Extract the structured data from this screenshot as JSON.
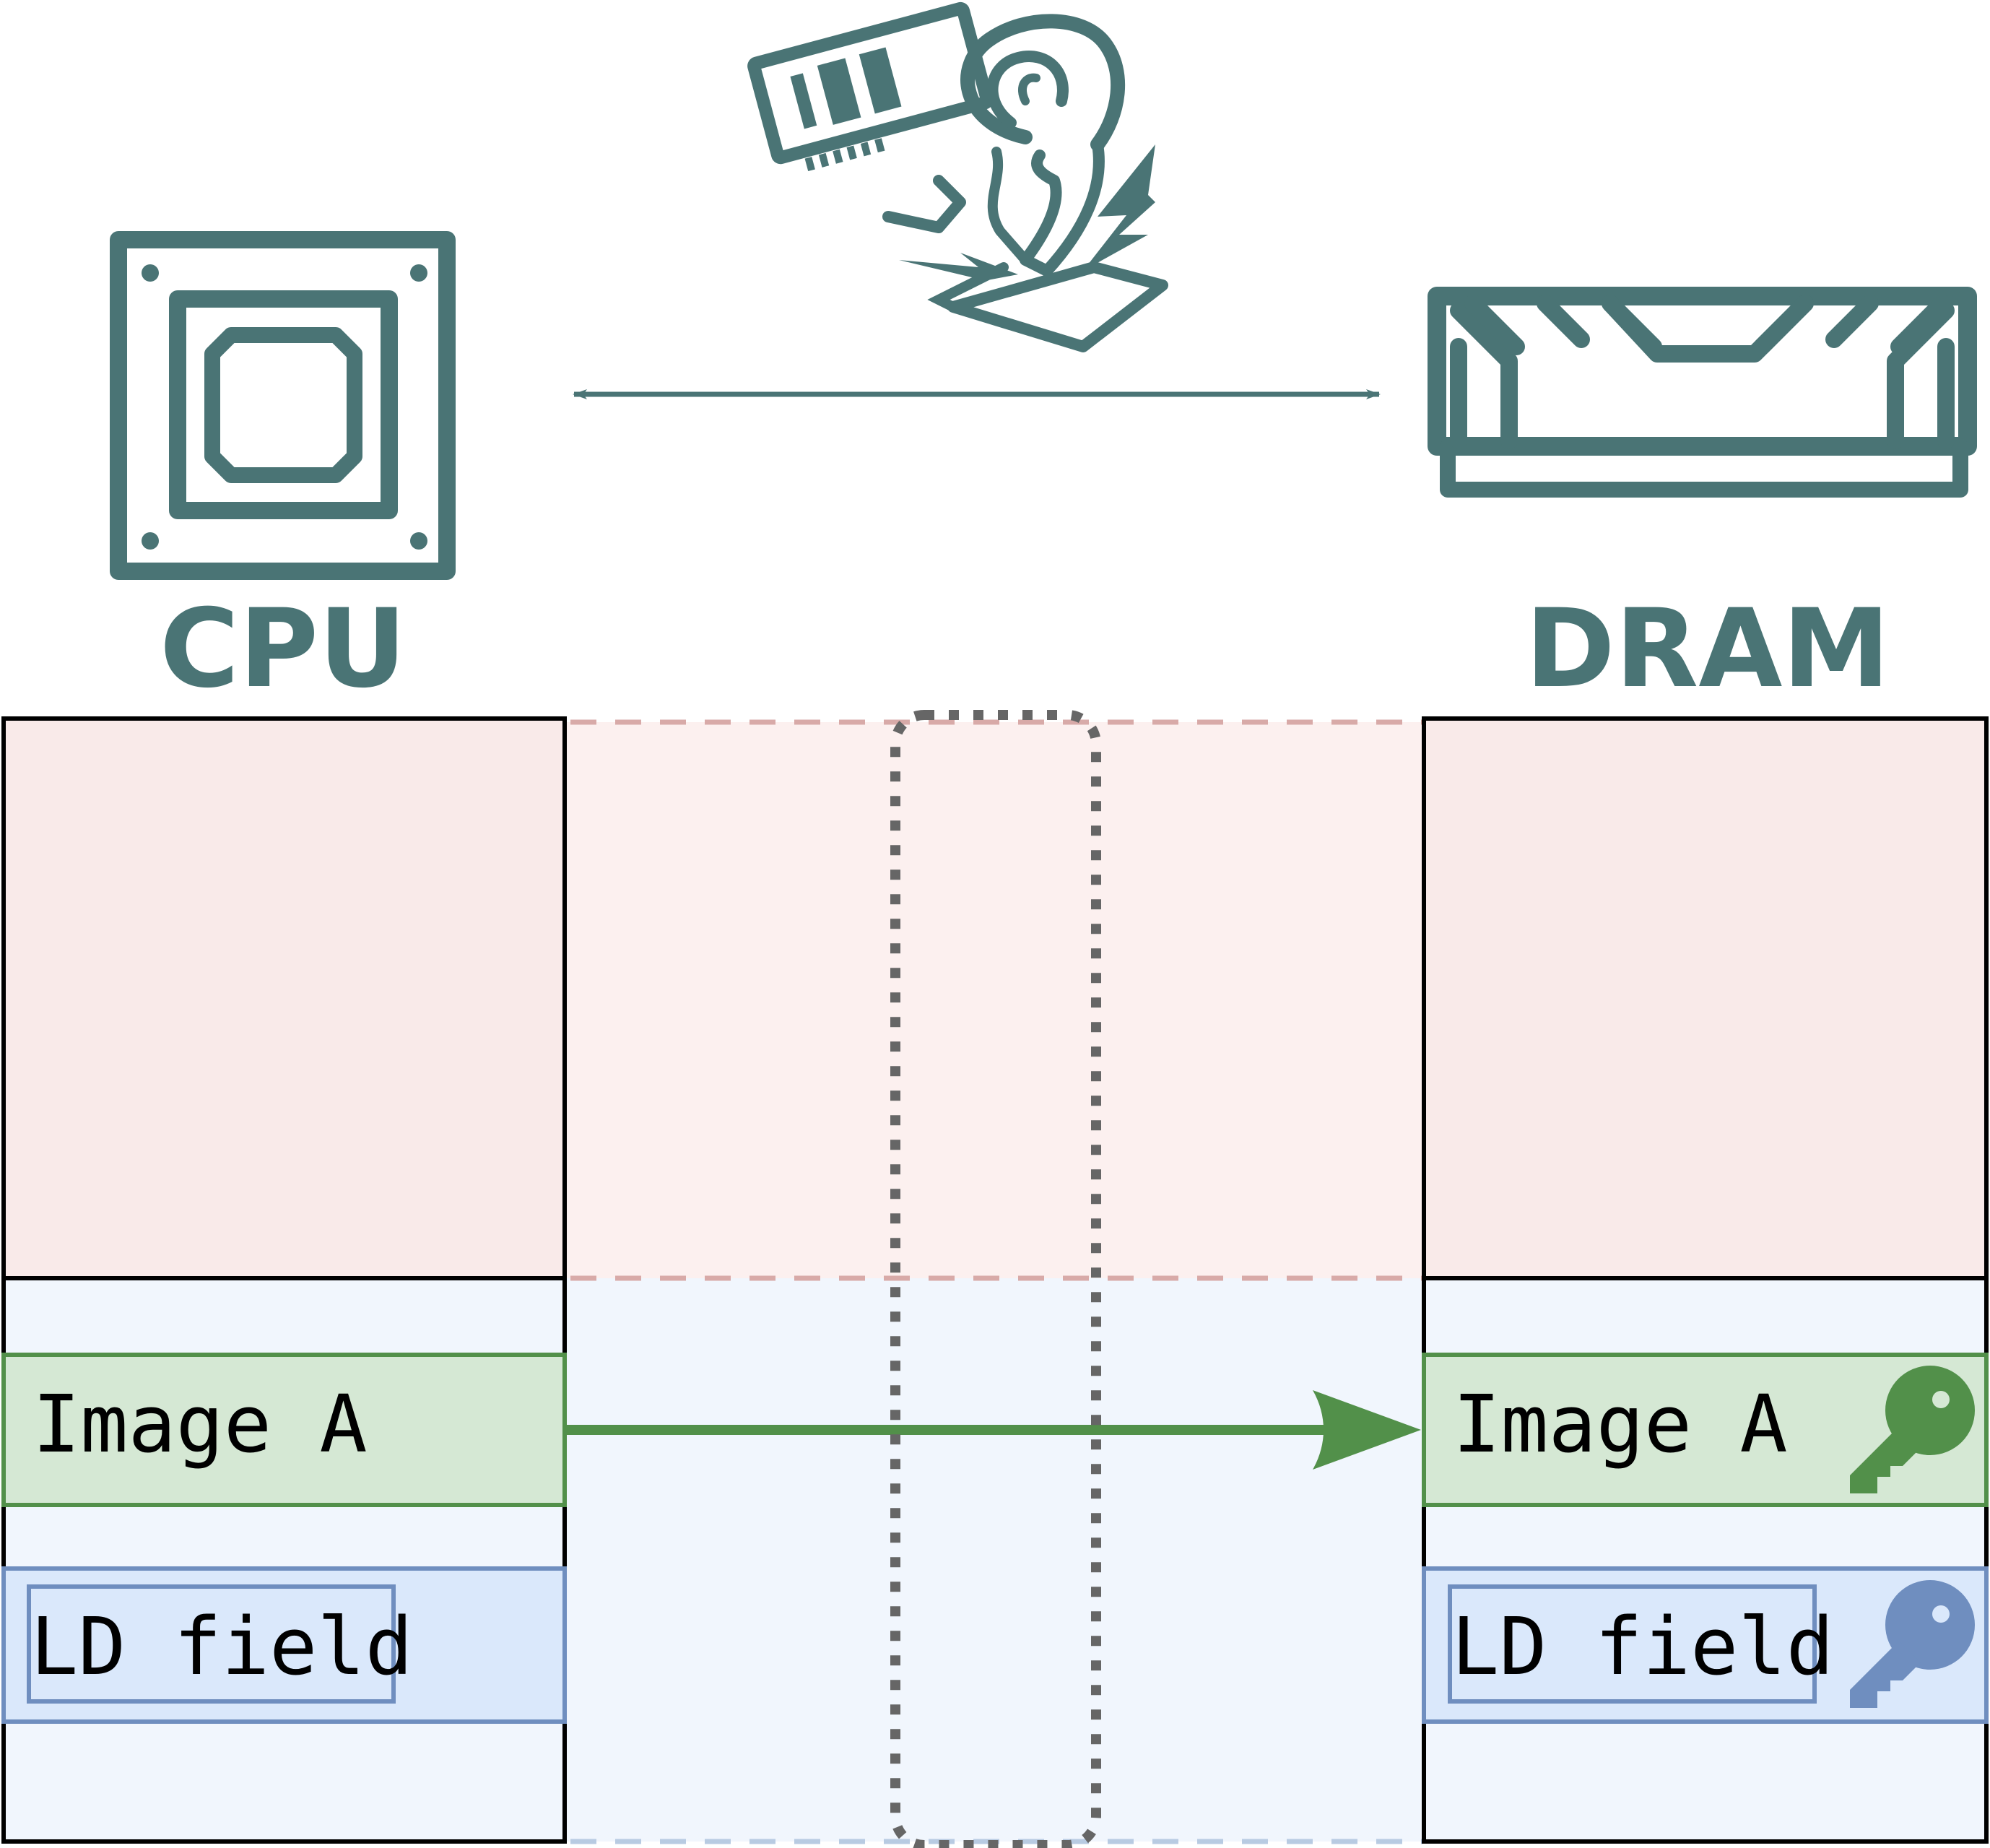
{
  "labels": {
    "cpu": "CPU",
    "dram": "DRAM",
    "cpu_image": "Image A",
    "cpu_ld": "LD field",
    "dram_image": "Image A",
    "dram_ld": "LD field"
  },
  "icons": {
    "cpu": "cpu-chip-icon",
    "dram": "memory-module-icon",
    "attack": "rowhammer-ram-icon",
    "key_green": "key-icon",
    "key_blue": "key-icon"
  },
  "colors": {
    "teal": "#4a7475",
    "red_fill": "#f9eae9",
    "red_fill_light": "#fcf0ef",
    "red_dash": "#d8aaa8",
    "blue_fill": "#f1f6fd",
    "blue_dash": "#b8cbe2",
    "green_fill": "#d5e8d4",
    "green": "#52904a",
    "blue_box_fill": "#dae8fb",
    "blue": "#6f8ebf",
    "dotted": "#666666",
    "black": "#000000"
  }
}
